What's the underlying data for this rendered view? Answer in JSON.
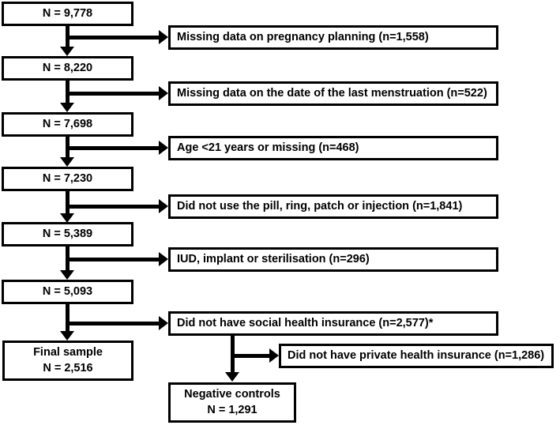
{
  "figure": {
    "type": "flowchart",
    "orientation": "top-to-bottom",
    "footnote_marker": "*"
  },
  "flow_boxes": [
    {
      "id": "n-9778",
      "label": "N = 9,778",
      "n": 9778
    },
    {
      "id": "n-8220",
      "label": "N = 8,220",
      "n": 8220
    },
    {
      "id": "n-7698",
      "label": "N = 7,698",
      "n": 7698
    },
    {
      "id": "n-7230",
      "label": "N = 7,230",
      "n": 7230
    },
    {
      "id": "n-5389",
      "label": "N = 5,389",
      "n": 5389
    },
    {
      "id": "n-5093",
      "label": "N = 5,093",
      "n": 5093
    }
  ],
  "final_sample": {
    "title": "Final sample",
    "label": "N = 2,516",
    "n": 2516
  },
  "negative_controls": {
    "title": "Negative controls",
    "label": "N = 1,291",
    "n": 1291
  },
  "exclusions": [
    {
      "id": "excl-pregnancy-planning",
      "label": "Missing data on pregnancy planning (n=1,558)",
      "n": 1558
    },
    {
      "id": "excl-last-menstruation",
      "label": "Missing data on the date of the last menstruation (n=522)",
      "n": 522
    },
    {
      "id": "excl-age",
      "label": "Age <21 years or missing (n=468)",
      "n": 468
    },
    {
      "id": "excl-contraception",
      "label": "Did not use the pill, ring, patch or injection (n=1,841)",
      "n": 1841
    },
    {
      "id": "excl-iud",
      "label": "IUD, implant or sterilisation (n=296)",
      "n": 296
    },
    {
      "id": "excl-social-insurance",
      "label": "Did not have social health insurance (n=2,577)*",
      "n": 2577
    },
    {
      "id": "excl-private-insurance",
      "label": "Did not have private health insurance (n=1,286)",
      "n": 1286
    }
  ],
  "colors": {
    "stroke": "#000000",
    "fill": "#ffffff",
    "text": "#000000"
  }
}
